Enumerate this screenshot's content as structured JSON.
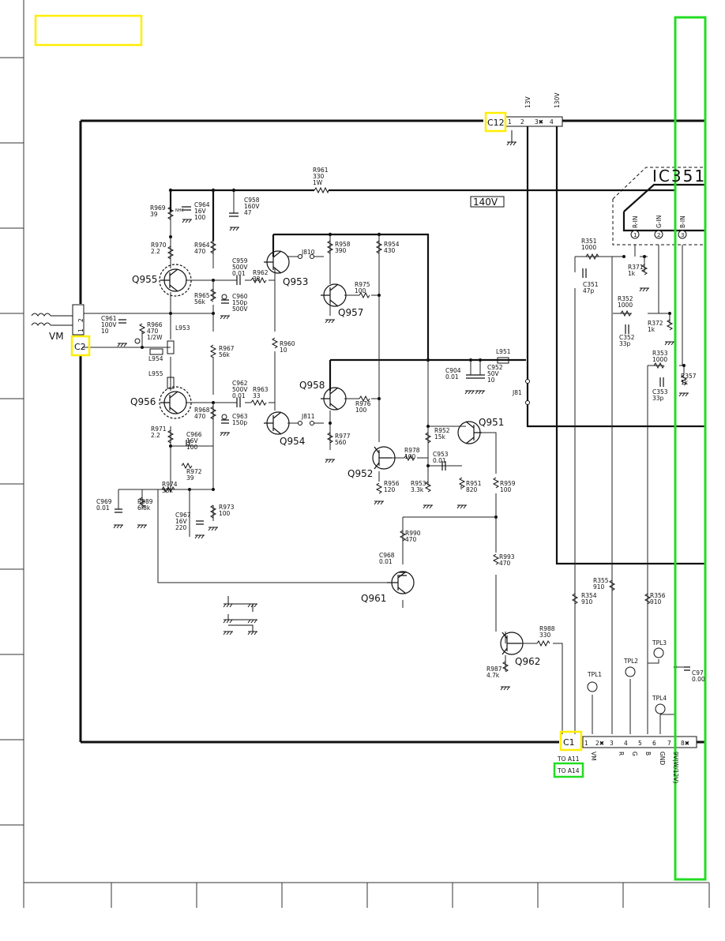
{
  "connectors": {
    "c12": {
      "name": "C12",
      "pins": [
        "1",
        "2",
        "3✖",
        "4"
      ],
      "top_labels": [
        "13V",
        "130V"
      ]
    },
    "c2": {
      "name": "C2",
      "pins": [
        "2",
        "1"
      ],
      "net": "VM"
    },
    "c1": {
      "name": "C1",
      "pins": [
        "1",
        "2✖",
        "3",
        "4",
        "5",
        "6",
        "7",
        "8✖"
      ],
      "signals": [
        "VM",
        "R",
        "G",
        "B",
        "GND",
        "9V(W/12V)"
      ],
      "to_labels": [
        "TO A11",
        "TO A14"
      ]
    }
  },
  "rail_label": "140V",
  "ic": {
    "name": "IC351",
    "inputs": [
      "R-IN",
      "G-IN",
      "B-IN"
    ],
    "pin_numbers": [
      "1",
      "2",
      "3"
    ]
  },
  "transistors": [
    "Q955",
    "Q953",
    "Q957",
    "Q956",
    "Q958",
    "Q954",
    "Q951",
    "Q952",
    "Q961",
    "Q962"
  ],
  "parts": {
    "r961": [
      "R961",
      "330",
      "1W"
    ],
    "r969": [
      "R969",
      "39"
    ],
    "c964": [
      "C964",
      "16V",
      "100"
    ],
    "c958": [
      "C958",
      "160V",
      "47"
    ],
    "r970": [
      "R970",
      "2.2"
    ],
    "r964": [
      "R964",
      "470"
    ],
    "c959": [
      "C959",
      "500V",
      "0.01"
    ],
    "r962": [
      "R962",
      "33"
    ],
    "r965": [
      "R965",
      "56k"
    ],
    "c960": [
      "C960",
      "150p",
      "500V"
    ],
    "j810": "J810",
    "r958": [
      "R958",
      "390"
    ],
    "r954": [
      "R954",
      "430"
    ],
    "r975": [
      "R975",
      "100"
    ],
    "c961": [
      "C961",
      "100V",
      "10"
    ],
    "r966": [
      "R966",
      "470",
      "1/2W"
    ],
    "l953": "L953",
    "l954": "L954",
    "l955": "L955",
    "r967": [
      "R967",
      "56k"
    ],
    "r960": [
      "R960",
      "10"
    ],
    "l951": "L951",
    "c904": [
      "C904",
      "0.01"
    ],
    "c952": [
      "C952",
      "50V",
      "10"
    ],
    "j81": "J81",
    "c962": [
      "C962",
      "500V",
      "0.01"
    ],
    "r963": [
      "R963",
      "33"
    ],
    "r968": [
      "R968",
      "470"
    ],
    "c963": [
      "C963",
      "150p"
    ],
    "r976": [
      "R976",
      "100"
    ],
    "j811": "J811",
    "r971": [
      "R971",
      "2.2"
    ],
    "c966": [
      "C966",
      "16V",
      "100"
    ],
    "r977": [
      "R977",
      "560"
    ],
    "r952": [
      "R952",
      "15k"
    ],
    "r978": [
      "R978",
      "100"
    ],
    "c953": [
      "C953",
      "0.01"
    ],
    "r972": [
      "R972",
      "39"
    ],
    "r974": [
      "R974",
      "33k"
    ],
    "c969": [
      "C969",
      "0.01"
    ],
    "r989": [
      "R989",
      "6.8k"
    ],
    "c967": [
      "C967",
      "16V",
      "220"
    ],
    "r973": [
      "R973",
      "100"
    ],
    "r956": [
      "R956",
      "120"
    ],
    "r953": [
      "R953",
      "3.3k"
    ],
    "r951": [
      "R951",
      "820"
    ],
    "r959": [
      "R959",
      "100"
    ],
    "r990": [
      "R990",
      "470"
    ],
    "c968": [
      "C968",
      "0.01"
    ],
    "r993": [
      "R993",
      "470"
    ],
    "r351": [
      "R351",
      "1000"
    ],
    "r371": [
      "R371",
      "1k"
    ],
    "c351": [
      "C351",
      "47p"
    ],
    "r352": [
      "R352",
      "1000"
    ],
    "r372": [
      "R372",
      "1k"
    ],
    "c352": [
      "C352",
      "33p"
    ],
    "r353": [
      "R353",
      "1000"
    ],
    "r357": [
      "R357",
      "1k"
    ],
    "c353": [
      "C353",
      "33p"
    ],
    "r355": [
      "R355",
      "910"
    ],
    "r354": [
      "R354",
      "910"
    ],
    "r356": [
      "R356",
      "910"
    ],
    "r988": [
      "R988",
      "330"
    ],
    "r987": [
      "R987",
      "4.7k"
    ],
    "tpl1": "TPL1",
    "tpl2": "TPL2",
    "tpl3": "TPL3",
    "tpl4": "TPL4",
    "c97x": [
      "C97",
      "0.00"
    ],
    "nhc": "NHC"
  },
  "colors": {
    "yellow": "#ffee00",
    "green": "#22dd22",
    "ink": "#111111"
  }
}
